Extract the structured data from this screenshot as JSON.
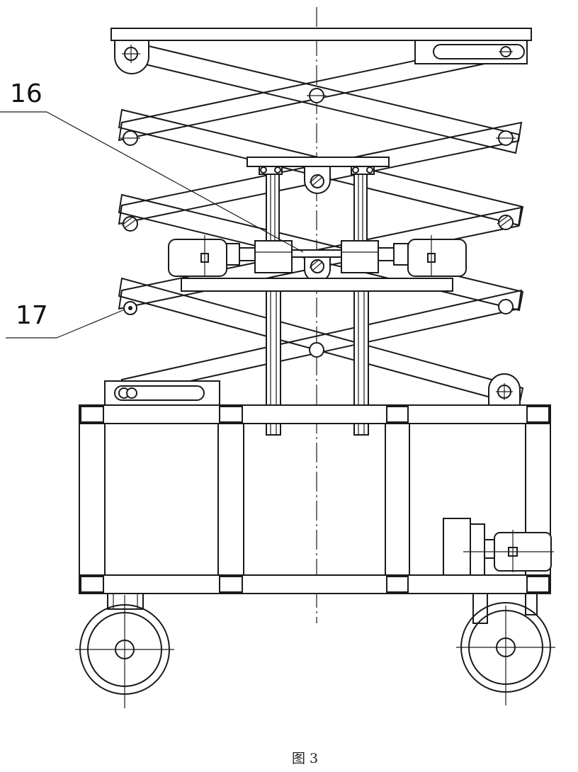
{
  "figure": {
    "caption": "图 3",
    "labels": [
      {
        "id": "16",
        "text": "16"
      },
      {
        "id": "17",
        "text": "17"
      }
    ]
  }
}
